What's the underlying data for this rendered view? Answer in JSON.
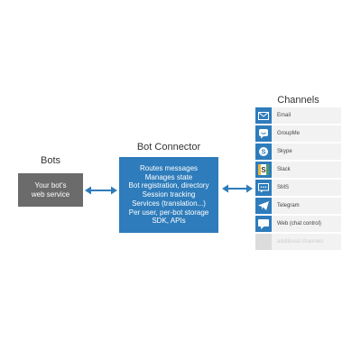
{
  "bots": {
    "title": "Bots",
    "box_lines": [
      "Your bot's",
      "web service"
    ]
  },
  "connector": {
    "title": "Bot Connector",
    "lines": [
      "Routes messages",
      "Manages state",
      "Bot registration, directory",
      "Session tracking",
      "Services (translation...)",
      "Per user, per-bot storage",
      "SDK, APIs"
    ]
  },
  "channels": {
    "title": "Channels",
    "items": [
      {
        "label": "Email",
        "icon": "email-icon"
      },
      {
        "label": "GroupMe",
        "icon": "groupme-icon"
      },
      {
        "label": "Skype",
        "icon": "skype-icon"
      },
      {
        "label": "Slack",
        "icon": "slack-icon"
      },
      {
        "label": "SMS",
        "icon": "sms-icon"
      },
      {
        "label": "Telegram",
        "icon": "telegram-icon"
      },
      {
        "label": "Web (chat control)",
        "icon": "web-chat-icon"
      },
      {
        "label": "additional channels",
        "icon": "placeholder-icon"
      }
    ]
  },
  "colors": {
    "connector_blue": "#2e7cbb",
    "bot_gray": "#6b6b6b",
    "channel_bg": "#f2f2f2"
  }
}
